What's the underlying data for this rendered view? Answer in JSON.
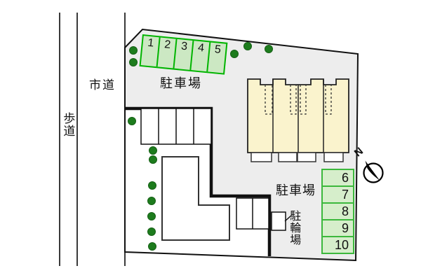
{
  "labels": {
    "sidewalk": "歩道",
    "city_road": "市道",
    "parking_top": "駐車場",
    "parking_right": "駐車場",
    "bicycle_parking": "駐輪場",
    "compass_north": "N"
  },
  "parking_top_spaces": [
    "1",
    "2",
    "3",
    "4",
    "5"
  ],
  "parking_right_spaces": [
    "6",
    "7",
    "8",
    "9",
    "10"
  ],
  "colors": {
    "site_fill": "#ededed",
    "building_fill": "#faf3cd",
    "top_space_fill": "#cce8c3",
    "top_space_border": "#00b400",
    "right_space_fill": "#d6eecb",
    "right_space_border": "#3cb83c",
    "tree_green": "#1d7c1d",
    "outline": "#111111"
  }
}
